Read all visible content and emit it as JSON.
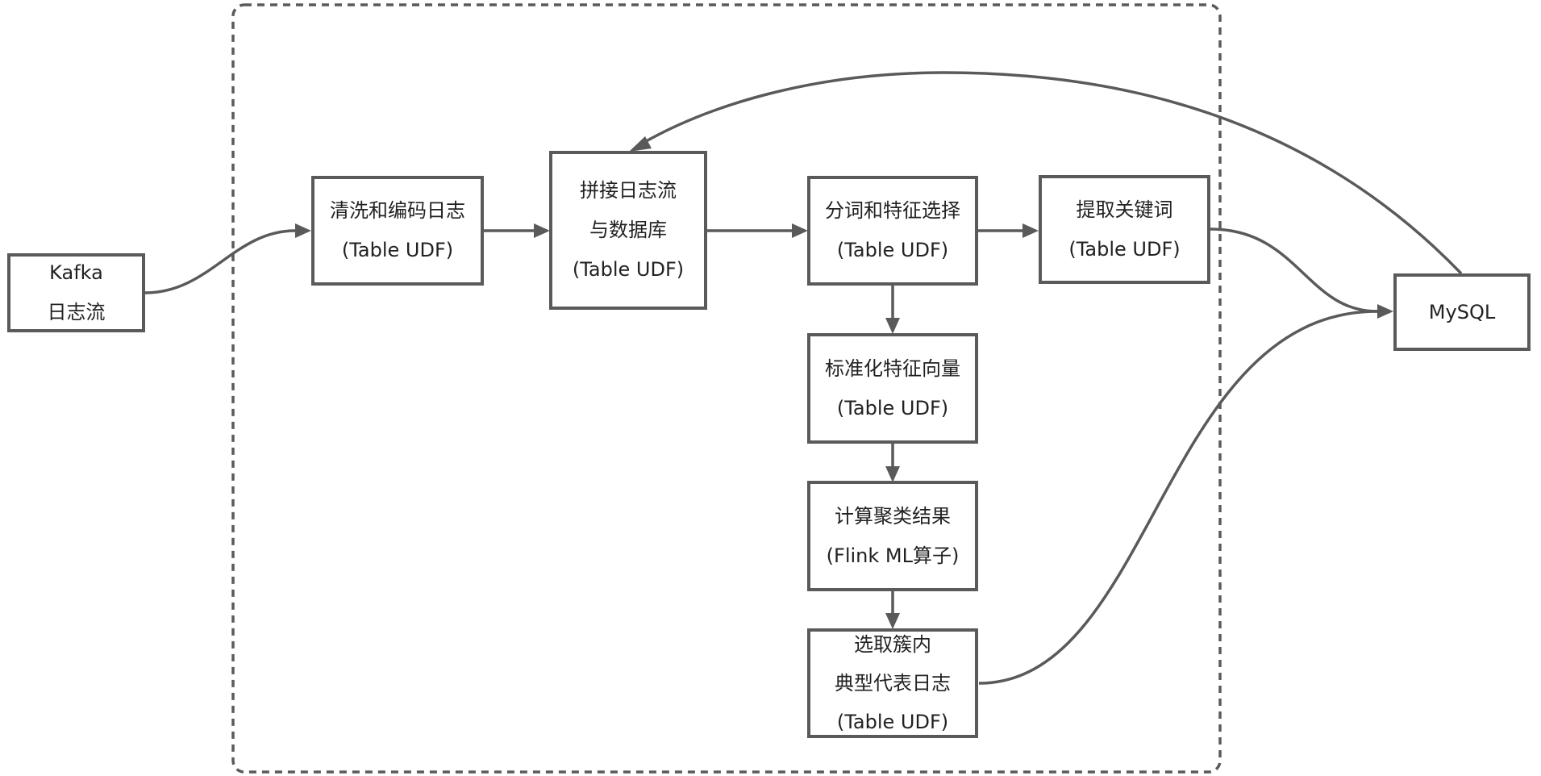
{
  "diagram": {
    "colors": {
      "stroke": "#5a5a5a",
      "text": "#222222",
      "background": "#ffffff"
    },
    "group": {
      "label": "",
      "style": "dashed-rounded"
    },
    "nodes": [
      {
        "id": "kafka",
        "lines": [
          "Kafka",
          "日志流"
        ]
      },
      {
        "id": "clean",
        "lines": [
          "清洗和编码日志",
          "(Table UDF)"
        ]
      },
      {
        "id": "join",
        "lines": [
          "拼接日志流",
          "与数据库",
          "(Table UDF)"
        ]
      },
      {
        "id": "tokenize",
        "lines": [
          "分词和特征选择",
          "(Table UDF)"
        ]
      },
      {
        "id": "keywords",
        "lines": [
          "提取关键词",
          "(Table UDF)"
        ]
      },
      {
        "id": "normalize",
        "lines": [
          "标准化特征向量",
          "(Table UDF)"
        ]
      },
      {
        "id": "cluster",
        "lines": [
          "计算聚类结果",
          "(Flink ML算子)"
        ]
      },
      {
        "id": "select",
        "lines": [
          "选取簇内",
          "典型代表日志",
          "(Table UDF)"
        ]
      },
      {
        "id": "mysql",
        "lines": [
          "MySQL"
        ]
      }
    ],
    "edges": [
      {
        "from": "kafka",
        "to": "clean"
      },
      {
        "from": "clean",
        "to": "join"
      },
      {
        "from": "join",
        "to": "tokenize"
      },
      {
        "from": "tokenize",
        "to": "keywords"
      },
      {
        "from": "tokenize",
        "to": "normalize"
      },
      {
        "from": "normalize",
        "to": "cluster"
      },
      {
        "from": "cluster",
        "to": "select"
      },
      {
        "from": "keywords",
        "to": "mysql"
      },
      {
        "from": "select",
        "to": "mysql"
      },
      {
        "from": "mysql",
        "to": "join"
      }
    ]
  }
}
